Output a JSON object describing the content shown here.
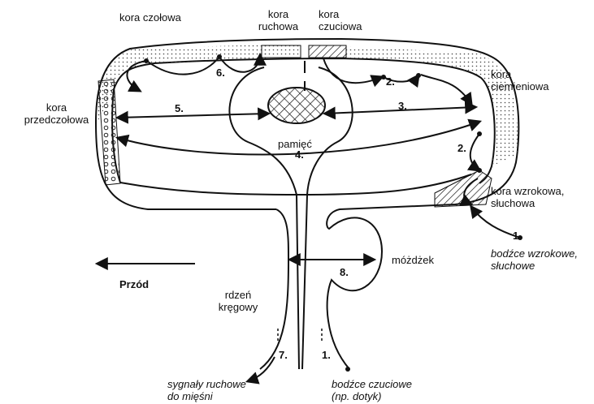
{
  "labels": {
    "frontal": "kora czołowa",
    "motor": [
      "kora",
      "ruchowa"
    ],
    "sensory": [
      "kora",
      "czuciowa"
    ],
    "parietal": [
      "kora",
      "ciemieniowa"
    ],
    "prefrontal": [
      "kora",
      "przedczołowa"
    ],
    "memory": "pamięć",
    "visual": [
      "kora wzrokowa,",
      "słuchowa"
    ],
    "cerebellum": "móżdżek",
    "spinal": [
      "rdzeń",
      "kręgowy"
    ],
    "front": "Przód",
    "stimuli_visual": [
      "bodźce wzrokowe,",
      "słuchowe"
    ],
    "motor_signals": [
      "sygnały ruchowe",
      "do mięśni"
    ],
    "stimuli_touch": [
      "bodźce czuciowe",
      "(np. dotyk)"
    ]
  },
  "numbers": {
    "n1_top": "1.",
    "n1_bottom": "1.",
    "n2_upper": "2.",
    "n2_lower": "2.",
    "n3": "3.",
    "n4": "4.",
    "n5": "5.",
    "n6": "6.",
    "n7": "7.",
    "n8": "8."
  }
}
